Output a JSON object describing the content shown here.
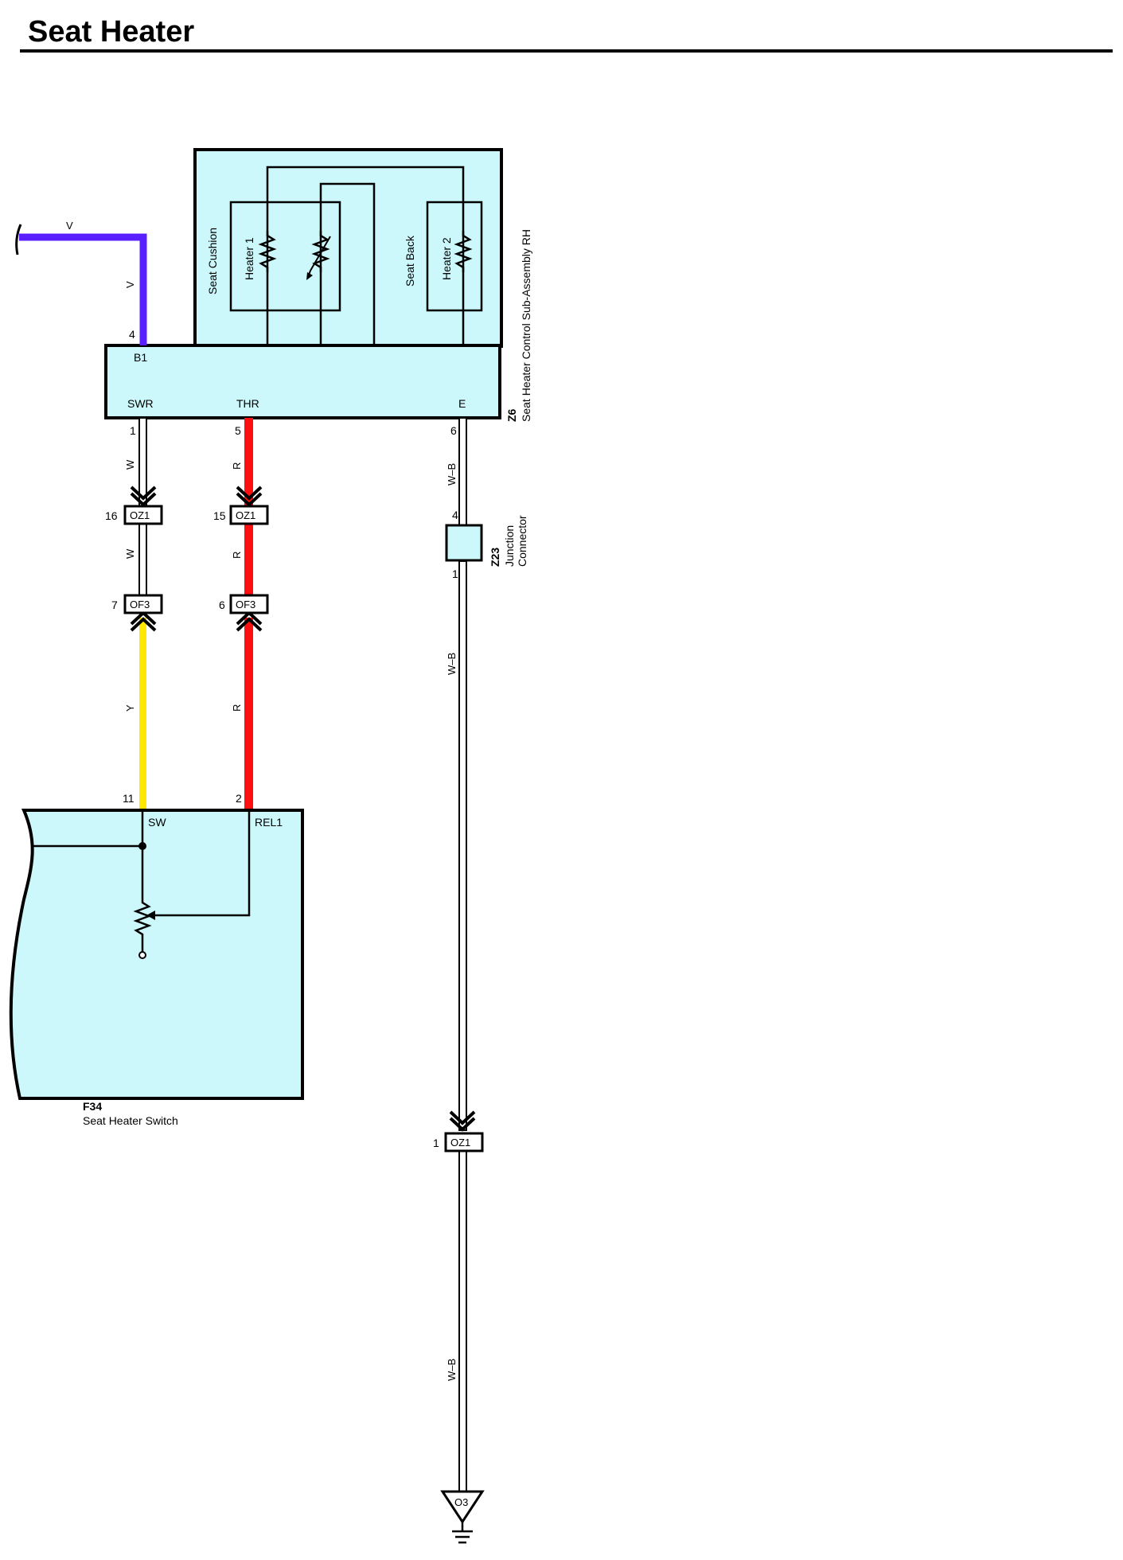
{
  "title": "Seat Heater",
  "colors": {
    "violet": "#5a1fff",
    "red": "#ff1010",
    "yellow": "#ffe800",
    "white": "#ffffff",
    "component_fill": "#ccf8fb"
  },
  "z6": {
    "code": "Z6",
    "name": "Seat Heater Control Sub-Assembly RH",
    "seat_cushion": "Seat Cushion",
    "seat_back": "Seat Back",
    "heater1": "Heater 1",
    "heater2": "Heater 2",
    "pins": {
      "b1": "B1",
      "b1_num": "4",
      "swr": "SWR",
      "swr_num": "1",
      "thr": "THR",
      "thr_num": "5",
      "e": "E",
      "e_num": "6"
    }
  },
  "wires": {
    "input_v_top": "V",
    "input_v_side": "V",
    "swr_upper": "W",
    "swr_mid": "W",
    "swr_lower": "Y",
    "thr_upper": "R",
    "thr_mid": "R",
    "thr_lower": "R",
    "gnd_1": "W–B",
    "gnd_2": "W–B",
    "gnd_3": "W–B"
  },
  "connectors": {
    "oz1_swr": {
      "code": "OZ1",
      "pin": "16"
    },
    "oz1_thr": {
      "code": "OZ1",
      "pin": "15"
    },
    "of3_swr": {
      "code": "OF3",
      "pin": "7"
    },
    "of3_thr": {
      "code": "OF3",
      "pin": "6"
    },
    "oz1_gnd": {
      "code": "OZ1",
      "pin": "1"
    }
  },
  "z23": {
    "code": "Z23",
    "line1": "Junction",
    "line2": "Connector",
    "pin_top": "4",
    "pin_bottom": "1"
  },
  "f34": {
    "code": "F34",
    "name": "Seat Heater Switch",
    "sw": "SW",
    "sw_num": "11",
    "rel1": "REL1",
    "rel1_num": "2"
  },
  "ground": {
    "code": "O3"
  }
}
